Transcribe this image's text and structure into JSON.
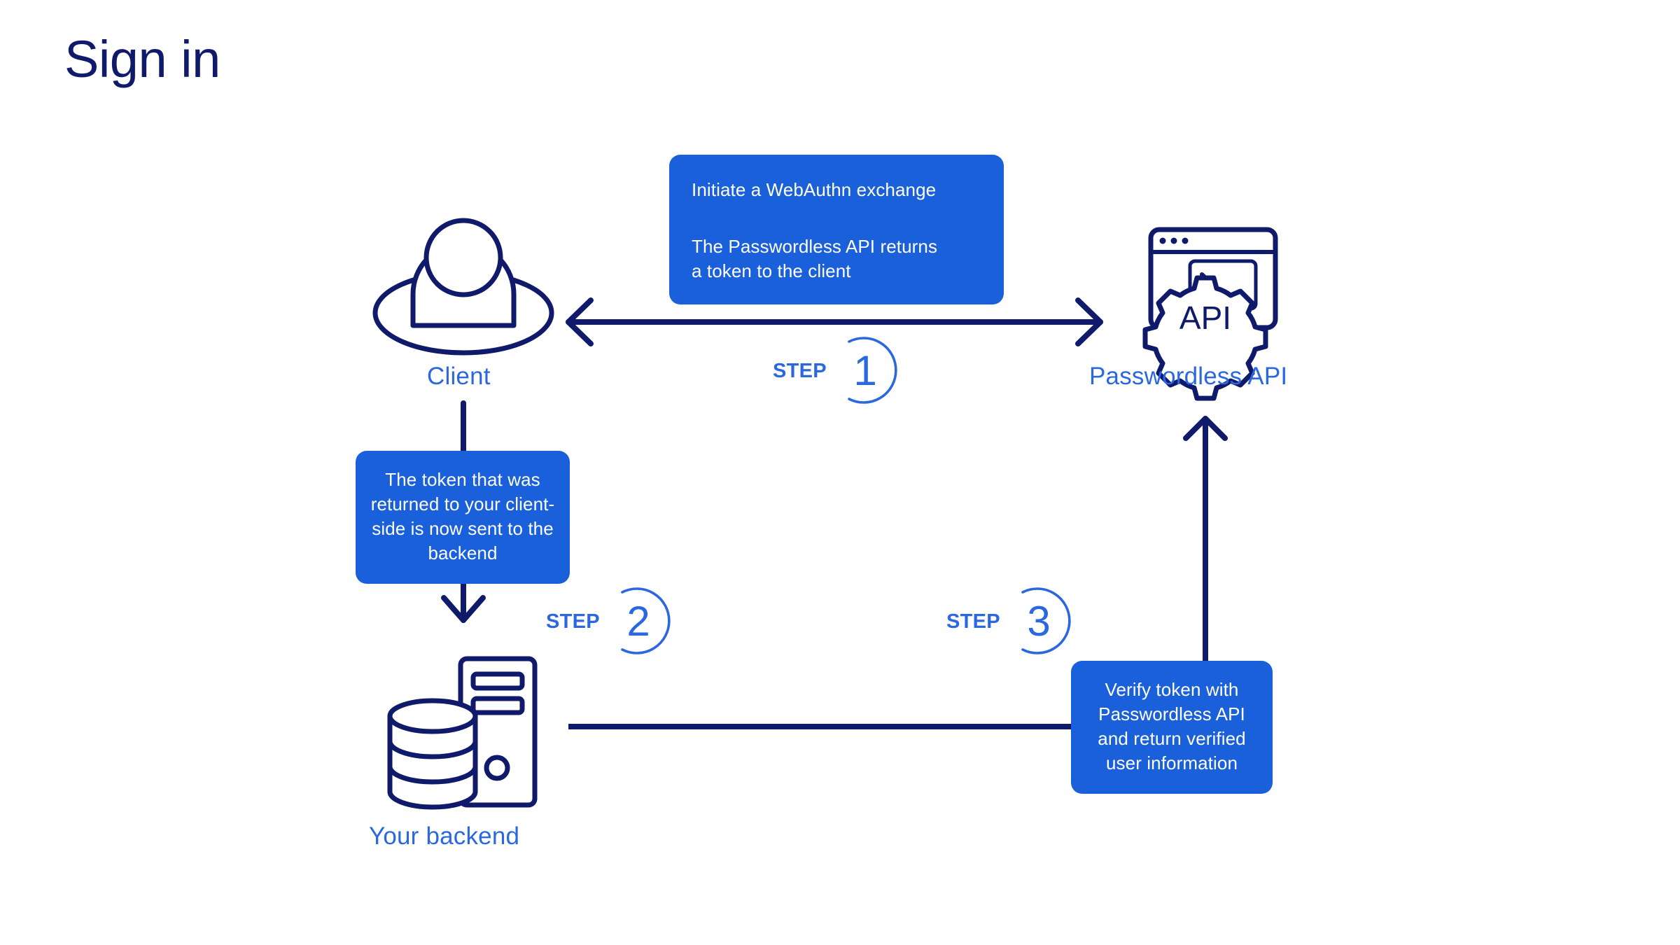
{
  "page": {
    "title": "Sign in",
    "background": "#ffffff"
  },
  "colors": {
    "navy": "#101a6b",
    "blue": "#2b68e0",
    "box_blue": "#1a60da",
    "white": "#ffffff"
  },
  "nodes": [
    {
      "id": "client",
      "label": "Client",
      "icon": "user-avatar-icon"
    },
    {
      "id": "api",
      "label": "Passwordless API",
      "icon": "api-gear-terminal-icon"
    },
    {
      "id": "backend",
      "label": "Your backend",
      "icon": "database-server-icon"
    }
  ],
  "callouts": {
    "one": {
      "line_1": "Initiate a WebAuthn exchange",
      "line_2": "The Passwordless API returns",
      "line_3": "a token to the client"
    },
    "two": {
      "text": "The token that was returned to your client-side is now sent to the backend"
    },
    "three": {
      "text": "Verify token with Passwordless API and return verified user information"
    }
  },
  "steps": [
    {
      "word": "STEP",
      "number": "1"
    },
    {
      "word": "STEP",
      "number": "2"
    },
    {
      "word": "STEP",
      "number": "3"
    }
  ],
  "connectors": [
    {
      "id": "client-api",
      "type": "double-arrow-horizontal"
    },
    {
      "id": "client-backend",
      "type": "arrow-down"
    },
    {
      "id": "backend-box3",
      "type": "line-horizontal"
    },
    {
      "id": "box3-api",
      "type": "arrow-up"
    }
  ]
}
